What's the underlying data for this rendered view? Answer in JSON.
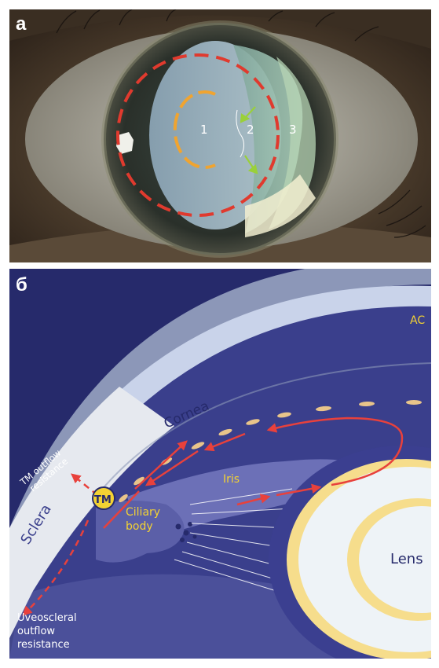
{
  "panel_a": {
    "label": "а",
    "zones": [
      "1",
      "2",
      "3"
    ]
  },
  "panel_b": {
    "label": "б",
    "labels": {
      "ac": "AC",
      "cornea": "Cornea",
      "sclera": "Sclera",
      "tm": "TM",
      "tm_outflow_1": "TM outflow",
      "tm_outflow_2": "resistance",
      "iris": "Iris",
      "ciliary_1": "Ciliary",
      "ciliary_2": "body",
      "lens": "Lens",
      "uveo_1": "Uveoscleral",
      "uveo_2": "outflow",
      "uveo_3": "resistance"
    }
  },
  "colors": {
    "navy": "#262a6b",
    "anterior_chamber": "#3a3f8c",
    "cornea_light": "#c9d3ea",
    "sclera_light": "#e6e9ef",
    "arrow_red": "#e8413c",
    "label_yellow": "#f3d233",
    "lens_yellow": "#f6dd8c",
    "lens_fill": "#eef3f7"
  }
}
